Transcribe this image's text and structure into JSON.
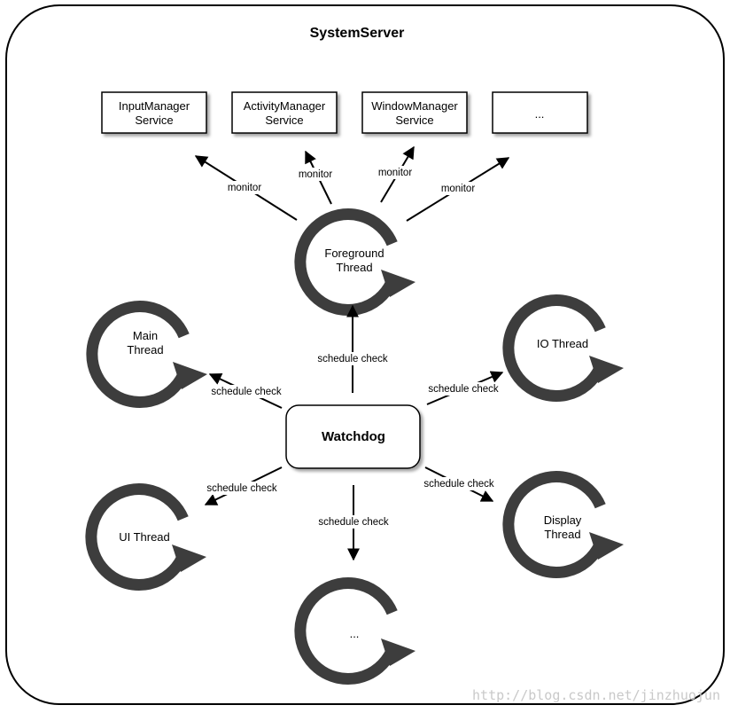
{
  "title": "SystemServer",
  "services": [
    {
      "line1": "InputManager",
      "line2": "Service"
    },
    {
      "line1": "ActivityManager",
      "line2": "Service"
    },
    {
      "line1": "WindowManager",
      "line2": "Service"
    },
    {
      "line1": "...",
      "line2": ""
    }
  ],
  "monitor_label": "monitor",
  "schedule_label": "schedule check",
  "watchdog": "Watchdog",
  "threads": [
    {
      "id": "foreground",
      "line1": "Foreground",
      "line2": "Thread"
    },
    {
      "id": "main",
      "line1": "Main",
      "line2": "Thread"
    },
    {
      "id": "io",
      "line1": "IO Thread",
      "line2": ""
    },
    {
      "id": "ui",
      "line1": "UI Thread",
      "line2": ""
    },
    {
      "id": "display",
      "line1": "Display",
      "line2": "Thread"
    },
    {
      "id": "more",
      "line1": "...",
      "line2": ""
    }
  ],
  "watermark": "http://blog.csdn.net/jinzhuojun"
}
